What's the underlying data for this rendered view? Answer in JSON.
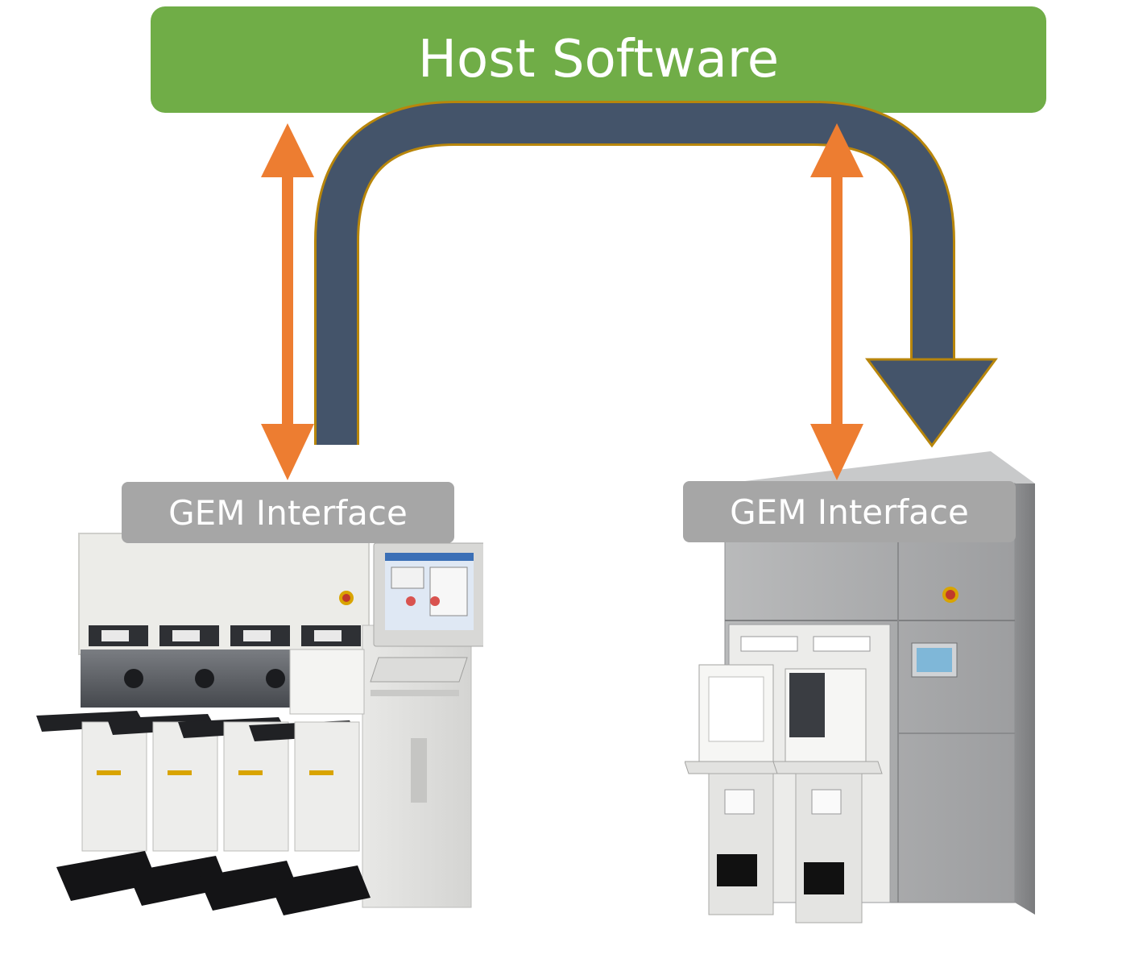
{
  "host": {
    "label": "Host Software"
  },
  "interfaces": [
    {
      "label": "GEM Interface"
    },
    {
      "label": "GEM Interface"
    }
  ],
  "colors": {
    "host_fill": "#70ad47",
    "interface_fill": "#a6a6a6",
    "arrow_orange": "#ed7d31",
    "flow_arrow": "#44546a",
    "flow_outline": "#b8860b"
  }
}
